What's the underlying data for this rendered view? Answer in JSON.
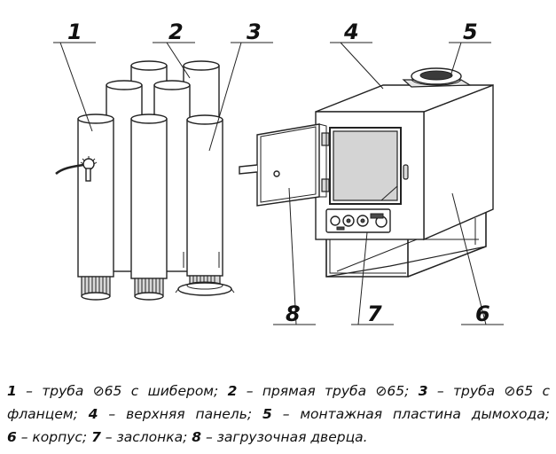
{
  "labels": {
    "l1": "1",
    "l2": "2",
    "l3": "3",
    "l4": "4",
    "l5": "5",
    "l6": "6",
    "l7": "7",
    "l8": "8"
  },
  "caption": {
    "line1": [
      {
        "num": "1",
        "text": " – труба ⊘65 с шибером; "
      },
      {
        "num": "2",
        "text": " – прямая труба ⊘65;  "
      },
      {
        "num": "3",
        "text": " – труба ⊘65 с"
      }
    ],
    "line2": [
      {
        "num": "",
        "text": "фланцем;  "
      },
      {
        "num": "4",
        "text": " – верхняя панель; "
      },
      {
        "num": "5",
        "text": " – монтажная пластина дымохода;"
      }
    ],
    "line3": [
      {
        "num": "6",
        "text": " – корпус;  "
      },
      {
        "num": "7",
        "text": " – заслонка; "
      },
      {
        "num": "8",
        "text": " – загрузочная дверца."
      }
    ]
  }
}
